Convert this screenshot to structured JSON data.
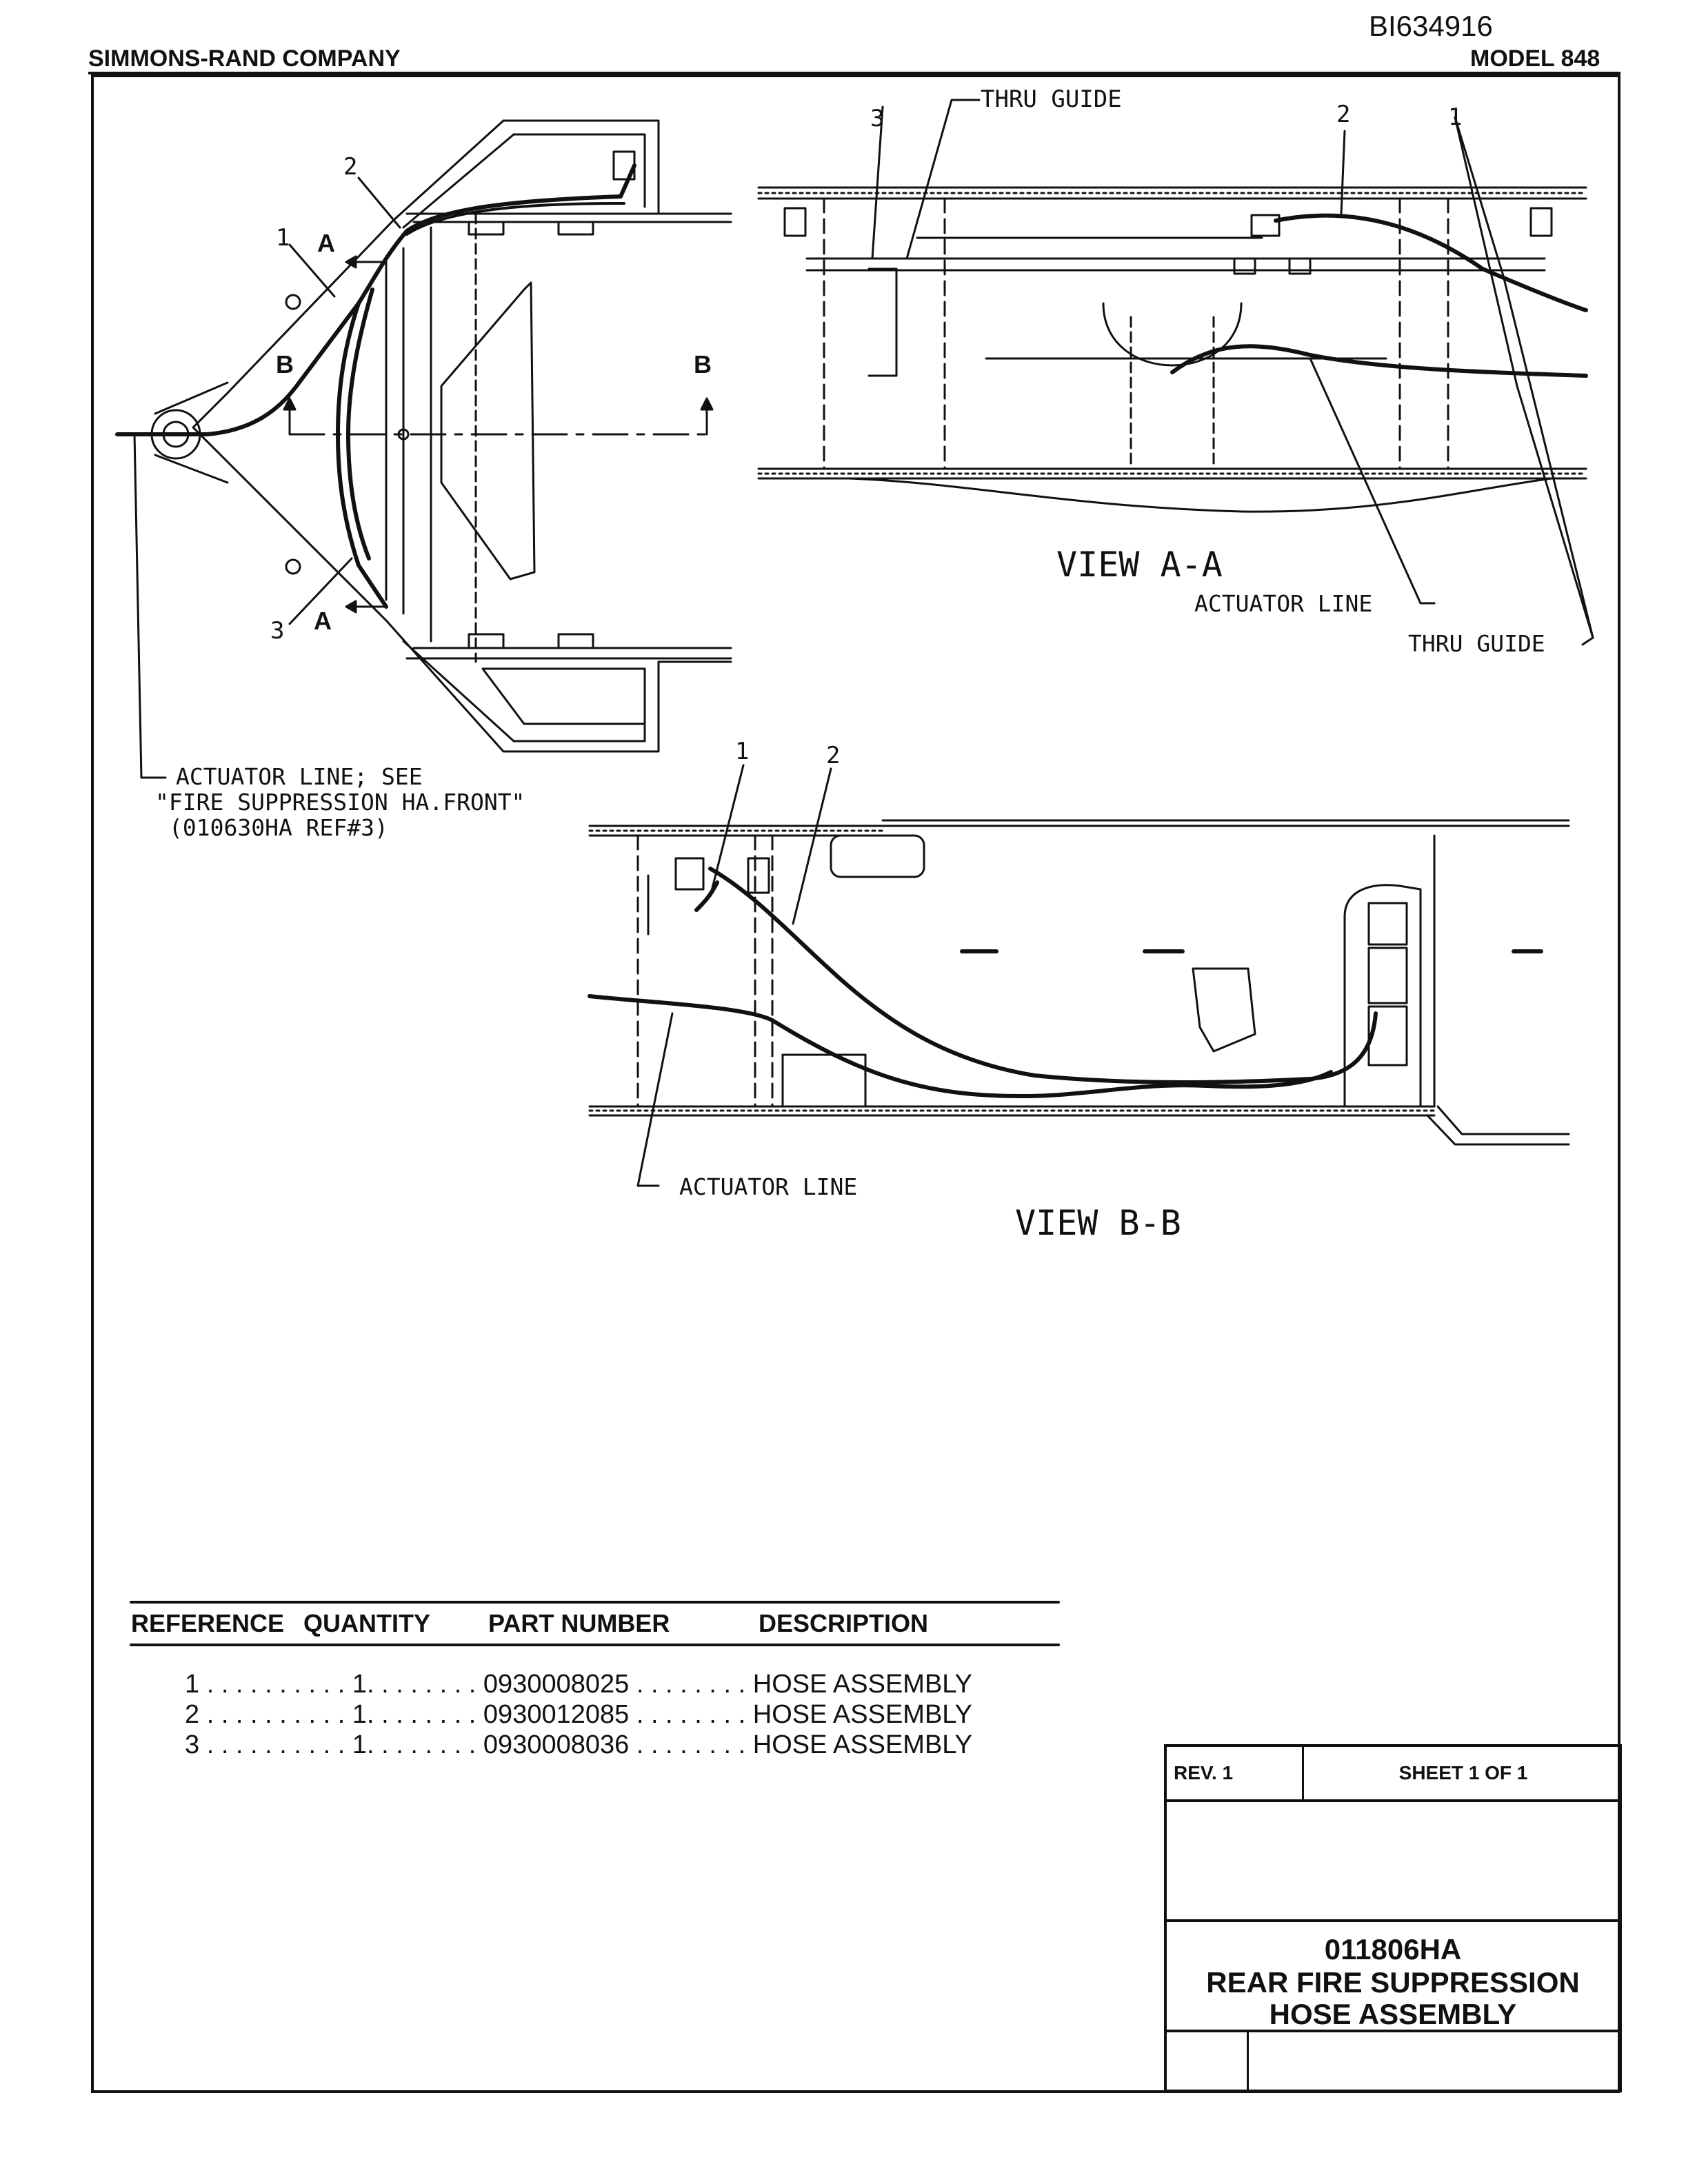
{
  "document": {
    "doc_id": "BI634916",
    "company": "SIMMONS-RAND COMPANY",
    "model": "MODEL 848"
  },
  "view_main": {
    "callout_1": "1",
    "callout_2": "2",
    "callout_3": "3",
    "section_a_top": "A",
    "section_a_bottom": "A",
    "section_b_left": "B",
    "section_b_right": "B",
    "actuator_note_line1": "ACTUATOR LINE; SEE",
    "actuator_note_line2": "\"FIRE SUPPRESSION HA.FRONT\"",
    "actuator_note_line3": "(010630HA REF#3)"
  },
  "view_aa": {
    "title": "VIEW A-A",
    "thru_guide_top": "THRU GUIDE",
    "thru_guide_bottom": "THRU GUIDE",
    "actuator_line": "ACTUATOR LINE",
    "callout_1": "1",
    "callout_2": "2",
    "callout_3": "3"
  },
  "view_bb": {
    "title": "VIEW B-B",
    "actuator_line": "ACTUATOR LINE",
    "callout_1": "1",
    "callout_2": "2"
  },
  "bom": {
    "headers": [
      "REFERENCE",
      "QUANTITY",
      "PART NUMBER",
      "DESCRIPTION"
    ],
    "rows": [
      {
        "reference": "1",
        "quantity": "1",
        "part_number": "0930008025",
        "description": "HOSE ASSEMBLY"
      },
      {
        "reference": "2",
        "quantity": "1",
        "part_number": "0930012085",
        "description": "HOSE ASSEMBLY"
      },
      {
        "reference": "3",
        "quantity": "1",
        "part_number": "0930008036",
        "description": "HOSE ASSEMBLY"
      }
    ]
  },
  "title_block": {
    "rev": "REV. 1",
    "sheet": "SHEET 1 OF 1",
    "drawing_number": "011806HA",
    "title_line1": "REAR FIRE SUPPRESSION",
    "title_line2": "HOSE ASSEMBLY"
  }
}
